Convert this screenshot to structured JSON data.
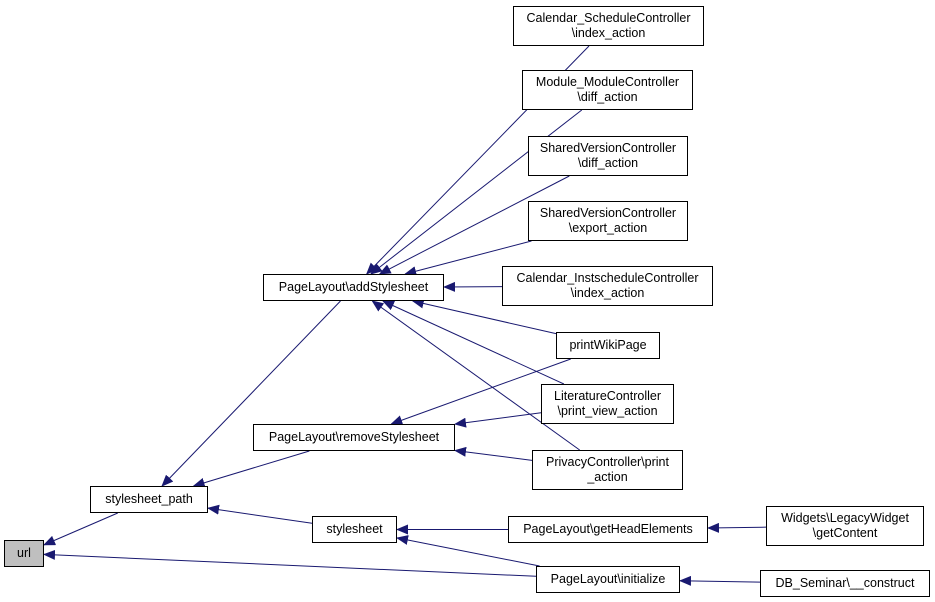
{
  "colors": {
    "edge": "#191970",
    "node_border": "#000000",
    "focus_fill": "#bfbfbf"
  },
  "nodes": {
    "url": {
      "lines": [
        "url"
      ]
    },
    "stylesheet_path": {
      "lines": [
        "stylesheet_path"
      ]
    },
    "stylesheet": {
      "lines": [
        "stylesheet"
      ]
    },
    "add_stylesheet": {
      "lines": [
        "PageLayout\\addStylesheet"
      ]
    },
    "remove_stylesheet": {
      "lines": [
        "PageLayout\\removeStylesheet"
      ]
    },
    "get_head_elements": {
      "lines": [
        "PageLayout\\getHeadElements"
      ]
    },
    "initialize": {
      "lines": [
        "PageLayout\\initialize"
      ]
    },
    "legacy_widget": {
      "lines": [
        "Widgets\\LegacyWidget",
        "\\getContent"
      ]
    },
    "db_seminar": {
      "lines": [
        "DB_Seminar\\__construct"
      ]
    },
    "calendar_schedule": {
      "lines": [
        "Calendar_ScheduleController",
        "\\index_action"
      ]
    },
    "module_diff": {
      "lines": [
        "Module_ModuleController",
        "\\diff_action"
      ]
    },
    "shared_version_diff": {
      "lines": [
        "SharedVersionController",
        "\\diff_action"
      ]
    },
    "shared_version_export": {
      "lines": [
        "SharedVersionController",
        "\\export_action"
      ]
    },
    "calendar_instschedule": {
      "lines": [
        "Calendar_InstscheduleController",
        "\\index_action"
      ]
    },
    "print_wiki": {
      "lines": [
        "printWikiPage"
      ]
    },
    "literature_print": {
      "lines": [
        "LiteratureController",
        "\\print_view_action"
      ]
    },
    "privacy_print": {
      "lines": [
        "PrivacyController\\print",
        "_action"
      ]
    }
  },
  "edges": [
    {
      "from": "stylesheet_path",
      "to": "url"
    },
    {
      "from": "initialize",
      "to": "url"
    },
    {
      "from": "add_stylesheet",
      "to": "stylesheet_path"
    },
    {
      "from": "remove_stylesheet",
      "to": "stylesheet_path"
    },
    {
      "from": "stylesheet",
      "to": "stylesheet_path"
    },
    {
      "from": "get_head_elements",
      "to": "stylesheet"
    },
    {
      "from": "initialize",
      "to": "stylesheet"
    },
    {
      "from": "calendar_schedule",
      "to": "add_stylesheet"
    },
    {
      "from": "module_diff",
      "to": "add_stylesheet"
    },
    {
      "from": "shared_version_diff",
      "to": "add_stylesheet"
    },
    {
      "from": "shared_version_export",
      "to": "add_stylesheet"
    },
    {
      "from": "calendar_instschedule",
      "to": "add_stylesheet"
    },
    {
      "from": "print_wiki",
      "to": "add_stylesheet"
    },
    {
      "from": "literature_print",
      "to": "add_stylesheet"
    },
    {
      "from": "privacy_print",
      "to": "add_stylesheet"
    },
    {
      "from": "print_wiki",
      "to": "remove_stylesheet"
    },
    {
      "from": "literature_print",
      "to": "remove_stylesheet"
    },
    {
      "from": "privacy_print",
      "to": "remove_stylesheet"
    },
    {
      "from": "legacy_widget",
      "to": "get_head_elements"
    },
    {
      "from": "db_seminar",
      "to": "initialize"
    }
  ]
}
